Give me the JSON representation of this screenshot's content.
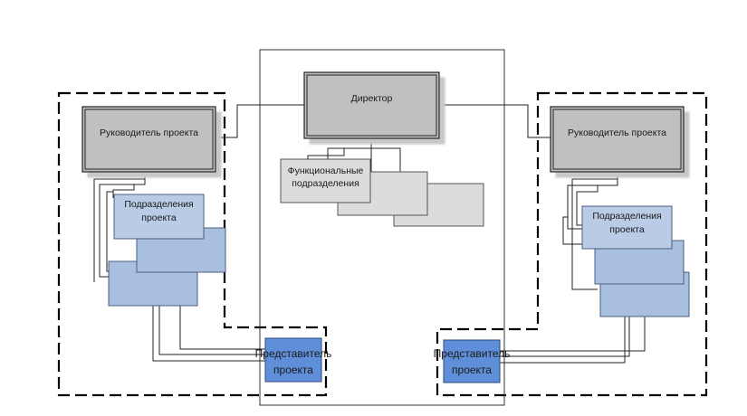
{
  "diagram": {
    "director": "Директор",
    "functional_units": [
      "Функциональные",
      "подразделения"
    ],
    "left": {
      "manager": "Руководитель проекта",
      "units": [
        "Подразделения",
        "проекта"
      ],
      "representative": [
        "Представитель",
        "проекта"
      ]
    },
    "right": {
      "manager": "Руководитель проекта",
      "units": [
        "Подразделения",
        "проекта"
      ],
      "representative": [
        "Представитель",
        "проекта"
      ]
    }
  }
}
